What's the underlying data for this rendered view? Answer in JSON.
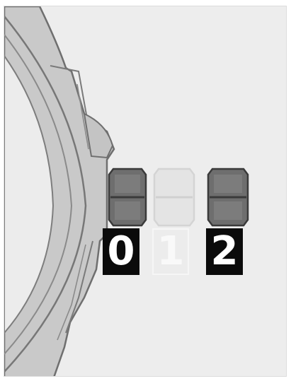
{
  "positions": [
    {
      "label": "0",
      "state": "pulled-in"
    },
    {
      "label": "1",
      "state": "ghost"
    },
    {
      "label": "2",
      "state": "pulled-out"
    }
  ],
  "colors": {
    "background": "#ededed",
    "case": "#c9c9c9",
    "case_outline": "#7a7a7a",
    "crown": "#6e6e6e",
    "crown_ghost": "#dedede",
    "label_bg": "#0b0b0b",
    "label_text": "#ffffff"
  },
  "icons": {
    "watch": "watch-case-icon",
    "crown": "crown-icon"
  }
}
